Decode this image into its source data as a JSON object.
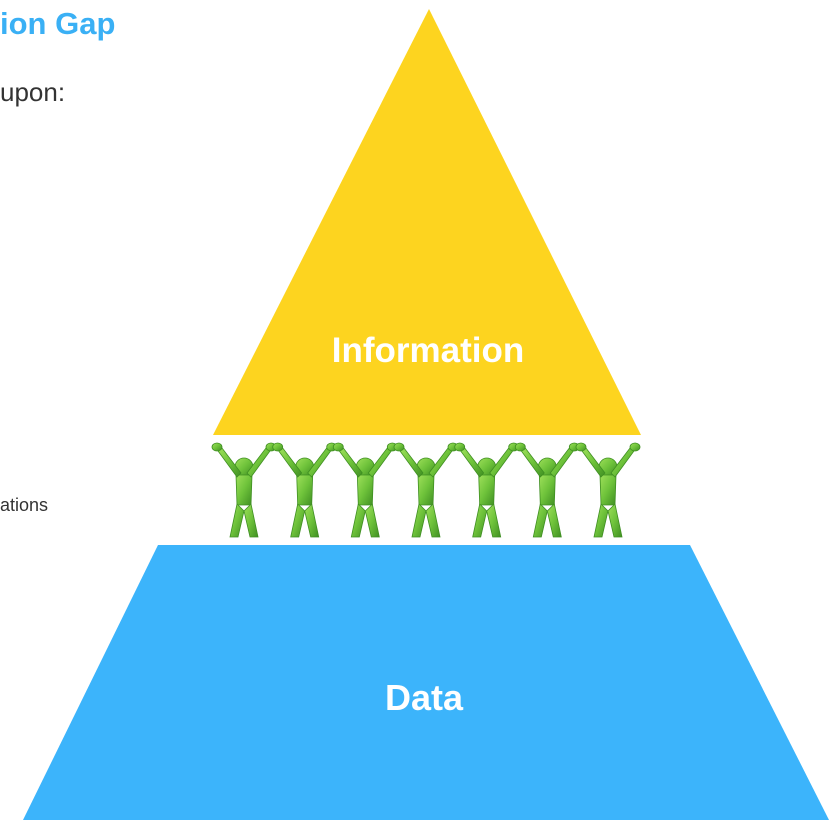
{
  "slide": {
    "title": "ion Gap",
    "intro": "upon:",
    "side_text": "ations"
  },
  "diagram": {
    "top_label": "Information",
    "bottom_label": "Data",
    "people_count": 7,
    "colors": {
      "title": "#3ab0f5",
      "information": "#fdd41f",
      "data": "#3cb4fb",
      "people": "#6ec23a",
      "label_text": "#ffffff"
    },
    "icons": [
      "stick-figure-people-icon"
    ]
  }
}
